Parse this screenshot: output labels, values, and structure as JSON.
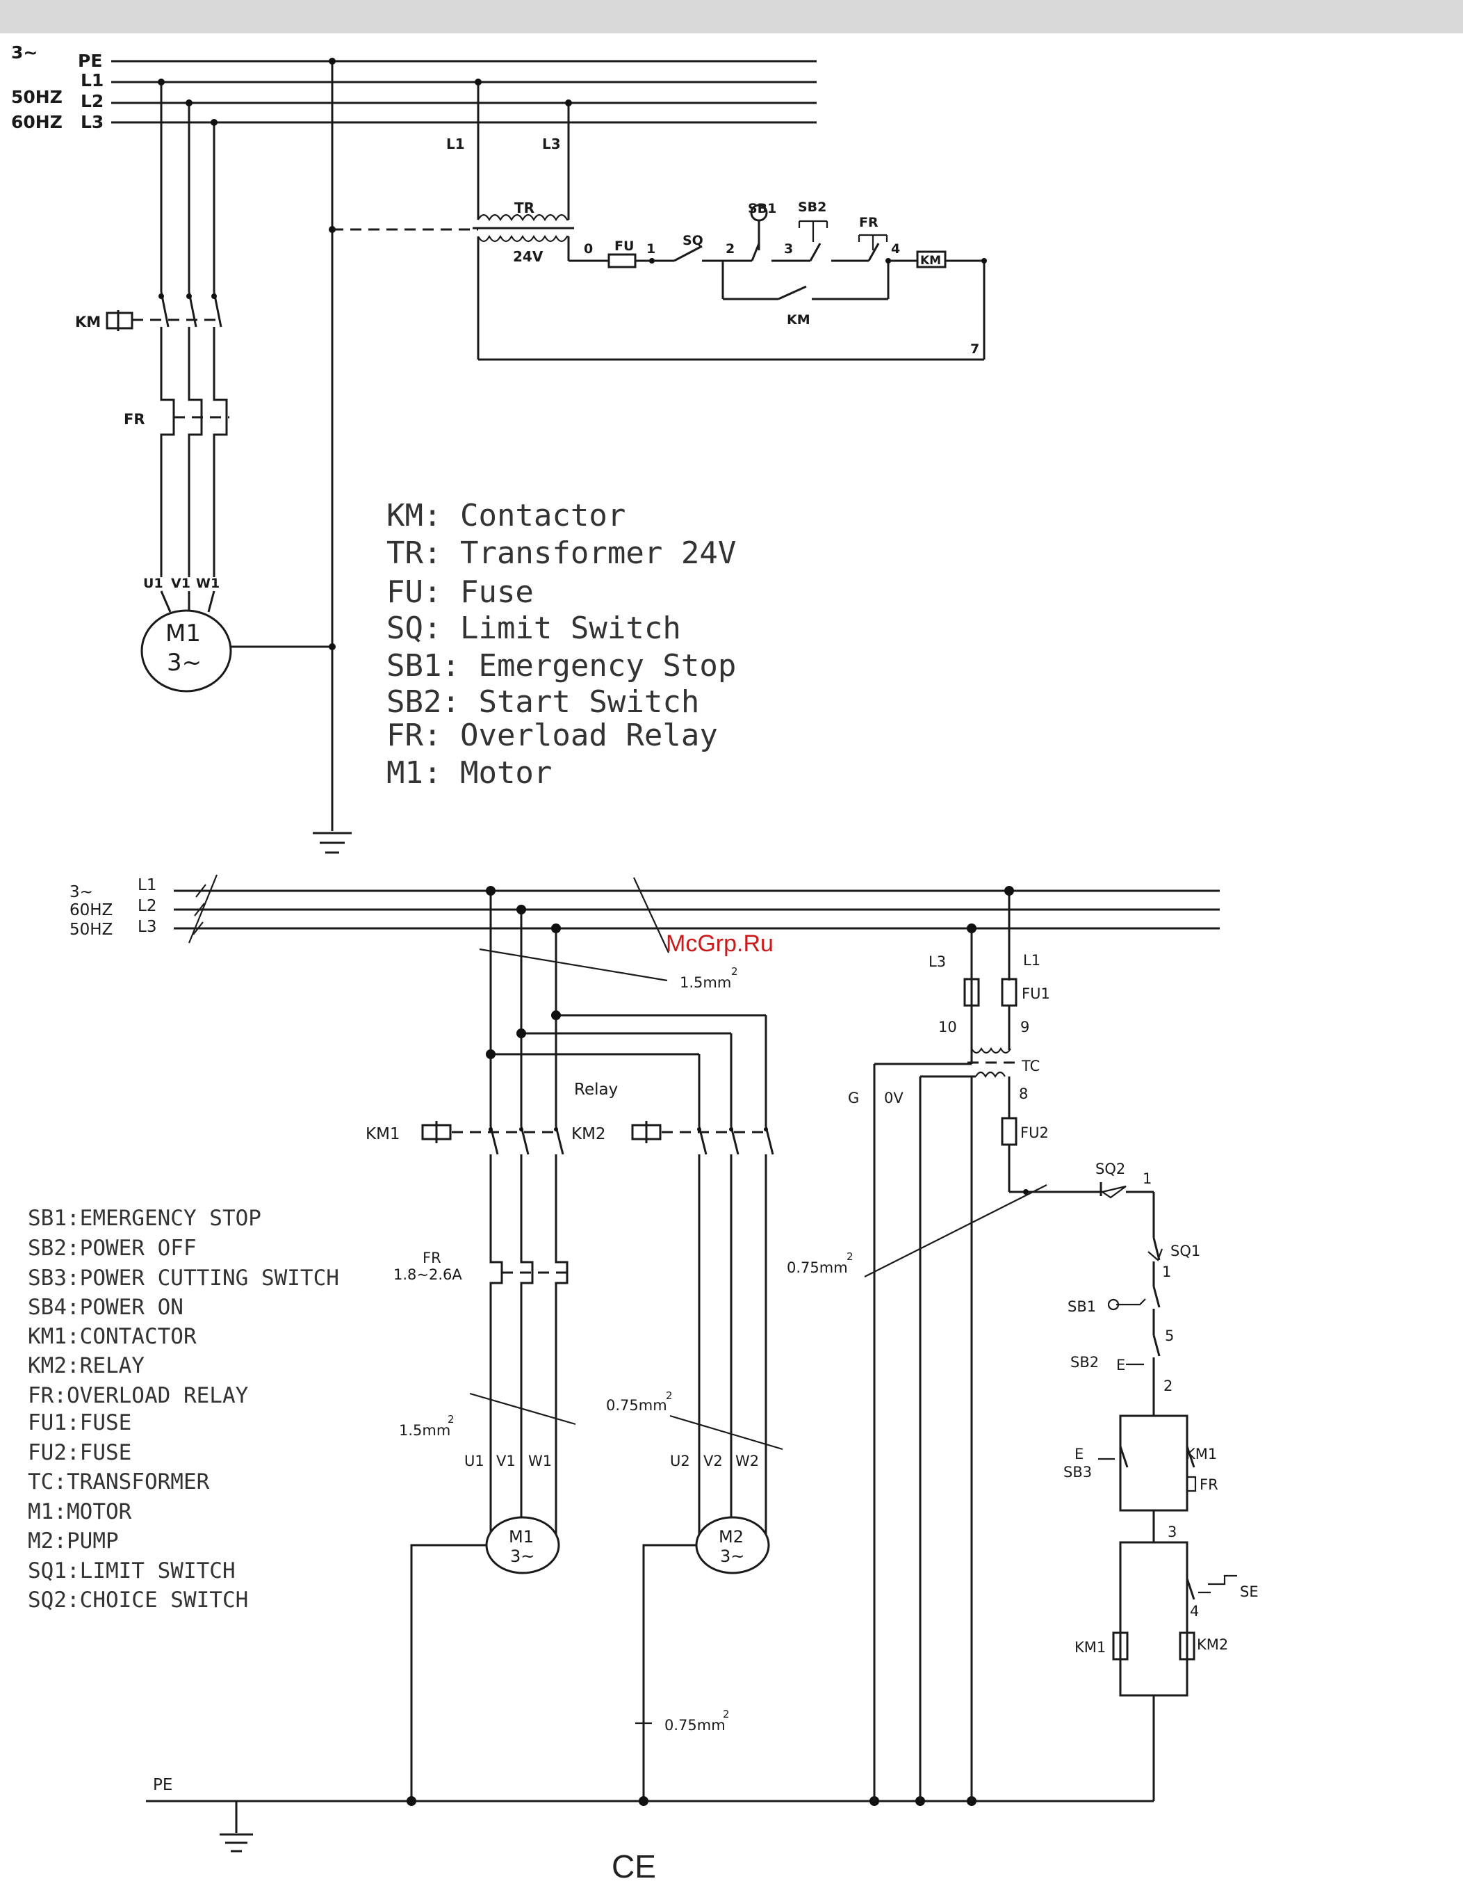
{
  "top": {
    "supply": {
      "phase": "3~",
      "freq1": "50HZ",
      "freq2": "60HZ"
    },
    "bus": {
      "pe": "PE",
      "l1": "L1",
      "l2": "L2",
      "l3": "L3"
    },
    "tr_in": {
      "l1": "L1",
      "l3": "L3"
    },
    "tr": {
      "name": "TR",
      "voltage": "24V"
    },
    "ctrl": {
      "n0": "0",
      "fu": "FU",
      "n1": "1",
      "sq": "SQ",
      "n2": "2",
      "sb1": "SB1",
      "n3": "3",
      "sb2": "SB2",
      "fr": "FR",
      "n4": "4",
      "km_coil": "KM",
      "km_aux": "KM",
      "n7": "7"
    },
    "power": {
      "km": "KM",
      "fr": "FR",
      "u1": "U1",
      "v1": "V1",
      "w1": "W1"
    },
    "motor": {
      "name": "M1",
      "type": "3~"
    },
    "legend": [
      "KM: Contactor",
      "TR: Transformer  24V",
      "FU: Fuse",
      "SQ: Limit  Switch",
      "SB1: Emergency  Stop",
      "SB2: Start  Switch",
      "FR: Overload  Relay",
      "M1: Motor"
    ]
  },
  "bottom": {
    "supply": {
      "phase": "3~",
      "freq1": "60HZ",
      "freq2": "50HZ"
    },
    "bus": {
      "l1": "L1",
      "l2": "L2",
      "l3": "L3"
    },
    "wire_main": {
      "text": "1.5mm",
      "sup": "2"
    },
    "relay": "Relay",
    "km1": "KM1",
    "km2": "KM2",
    "fr": {
      "name": "FR",
      "range": "1.8~2.6A"
    },
    "wire_m1": {
      "text": "1.5mm",
      "sup": "2"
    },
    "wire_m2": {
      "text": "0.75mm",
      "sup": "2"
    },
    "m1_terms": {
      "u": "U1",
      "v": "V1",
      "w": "W1"
    },
    "m2_terms": {
      "u": "U2",
      "v": "V2",
      "w": "W2"
    },
    "m1": {
      "name": "M1",
      "type": "3~"
    },
    "m2": {
      "name": "M2",
      "type": "3~"
    },
    "wire_pe": {
      "text": "0.75mm",
      "sup": "2"
    },
    "pe": "PE",
    "transformer": {
      "l3": "L3",
      "l1": "L1",
      "fu1": "FU1",
      "n10": "10",
      "n9": "9",
      "tc": "TC",
      "g": "G",
      "ov": "0V",
      "n8": "8",
      "fu2": "FU2"
    },
    "wire_ctrl": {
      "text": "0.75mm",
      "sup": "2"
    },
    "ctrl": {
      "sq2": "SQ2",
      "n1a": "1",
      "sq1": "SQ1",
      "n1b": "1",
      "sb1": "SB1",
      "n5": "5",
      "sb2": "SB2",
      "n2": "2",
      "sb3": "SB3",
      "km1_contact": "KM1",
      "fr": "FR",
      "n3": "3",
      "sb4_partial": "SE",
      "n4": "4",
      "km1_coil": "KM1",
      "km2_coil": "KM2",
      "e_sb2": "E",
      "e_sb3": "E"
    },
    "legend": [
      "SB1:EMERGENCY STOP",
      "SB2:POWER OFF",
      "SB3:POWER CUTTING SWITCH",
      "SB4:POWER ON",
      "KM1:CONTACTOR",
      "KM2:RELAY",
      "FR:OVERLOAD RELAY",
      "FU1:FUSE",
      "FU2:FUSE",
      "TC:TRANSFORMER",
      "M1:MOTOR",
      "M2:PUMP",
      "SQ1:LIMIT SWITCH",
      "SQ2:CHOICE SWITCH"
    ]
  },
  "watermark": "McGrp.Ru",
  "footer": "CE"
}
